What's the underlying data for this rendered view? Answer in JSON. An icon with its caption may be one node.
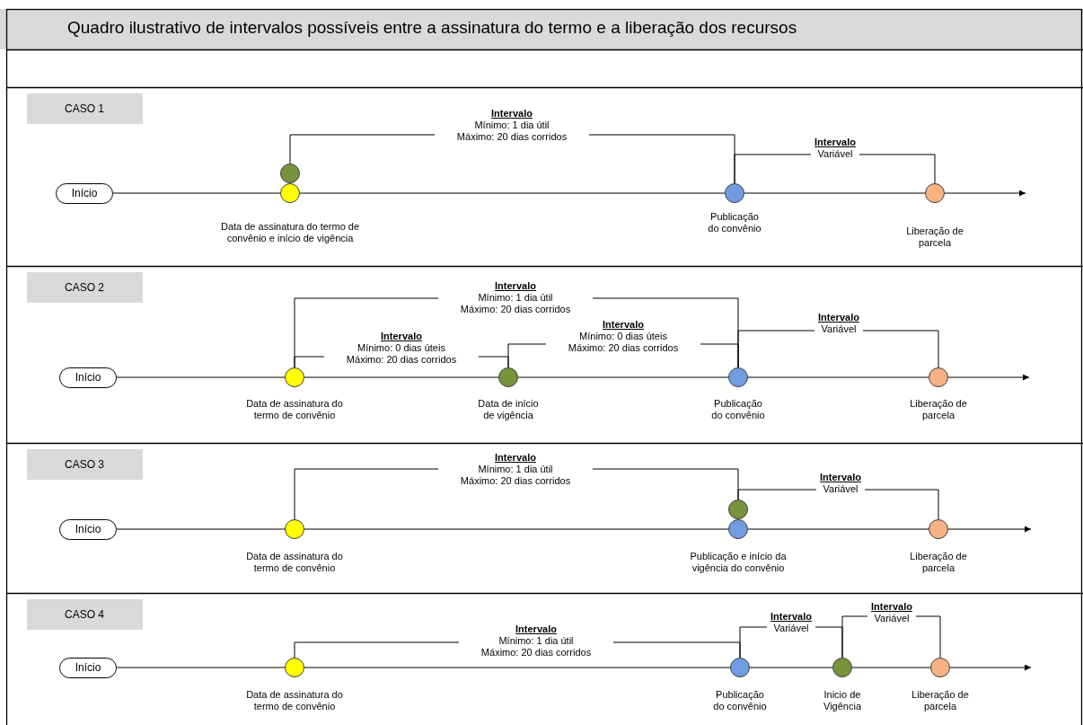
{
  "diagram": {
    "title": "Quadro ilustrativo de intervalos possíveis entre a assinatura do termo e a liberação dos recursos",
    "nodes": [
      {
        "text": [
          "CASO 1"
        ]
      },
      {
        "text": [
          "Início"
        ]
      },
      {
        "text": [],
        "shape": "circle"
      },
      {
        "text": [],
        "shape": "circle",
        "beside": [
          "Data de assinatura do termo de convênio e início de vigência"
        ]
      },
      {
        "text": [],
        "shape": "circle",
        "beside": [
          "Publicação do convênio"
        ]
      },
      {
        "text": [],
        "shape": "circle",
        "beside": [
          "Liberação de parcela"
        ]
      },
      {
        "text": [
          "CASO 2"
        ]
      },
      {
        "text": [
          "Início"
        ]
      },
      {
        "text": [],
        "shape": "circle",
        "beside": [
          "Data de assinatura do termo de convênio"
        ]
      },
      {
        "text": [],
        "shape": "circle",
        "beside": [
          "Data de início de vigência"
        ]
      },
      {
        "text": [],
        "shape": "circle",
        "beside": [
          "Publicação do convênio"
        ]
      },
      {
        "text": [],
        "shape": "circle",
        "beside": [
          "Liberação de parcela"
        ]
      },
      {
        "text": [
          "CASO 3"
        ]
      },
      {
        "text": [
          "Início"
        ]
      },
      {
        "text": [],
        "shape": "circle",
        "beside": [
          "Data de assinatura do termo de convênio"
        ]
      },
      {
        "text": [],
        "shape": "circle"
      },
      {
        "text": [],
        "shape": "circle",
        "beside": [
          "Publicação e início da vigência do convênio"
        ]
      },
      {
        "text": [],
        "shape": "circle",
        "beside": [
          "Liberação de parcela"
        ]
      },
      {
        "text": [
          "CASO 4"
        ]
      },
      {
        "text": [
          "Início"
        ]
      },
      {
        "text": [],
        "shape": "circle",
        "beside": [
          "Data de assinatura do termo de convênio"
        ]
      },
      {
        "text": [],
        "shape": "circle",
        "beside": [
          "Publicação do convênio"
        ]
      },
      {
        "text": [],
        "shape": "circle",
        "beside": [
          "Inicio de Vigência"
        ]
      },
      {
        "text": [],
        "shape": "circle",
        "beside": [
          "Liberação de parcela"
        ]
      }
    ],
    "edges": [
      {
        "from": 1,
        "to": 3,
        "arrow": "none"
      },
      {
        "from": 3,
        "to": 4,
        "arrow": "none"
      },
      {
        "from": 4,
        "to": 5,
        "arrow": "none"
      },
      {
        "from": 5,
        "to": null,
        "arrow": "to"
      },
      {
        "from": 2,
        "to": 4,
        "arrow": "none",
        "label": "**Intervalo** Mínimo: 1 dia útil Máximo: 20 dias corridos"
      },
      {
        "from": 4,
        "to": 5,
        "arrow": "none",
        "label": "**Intervalo** Variável"
      },
      {
        "from": 7,
        "to": 8,
        "arrow": "none"
      },
      {
        "from": 8,
        "to": 9,
        "arrow": "none"
      },
      {
        "from": 9,
        "to": 10,
        "arrow": "none"
      },
      {
        "from": 10,
        "to": 11,
        "arrow": "none"
      },
      {
        "from": 11,
        "to": null,
        "arrow": "to"
      },
      {
        "from": 8,
        "to": 10,
        "arrow": "none",
        "label": "**Intervalo** Mínimo: 1 dia útil Máximo: 20 dias corridos"
      },
      {
        "from": 8,
        "to": 9,
        "arrow": "none",
        "label": "**Intervalo** Mínimo: 0 dias úteis Máximo: 20 dias corridos"
      },
      {
        "from": 9,
        "to": 10,
        "arrow": "none",
        "label": "**Intervalo** Mínimo: 0 dias úteis Máximo: 20 dias corridos"
      },
      {
        "from": 10,
        "to": 11,
        "arrow": "none",
        "label": "**Intervalo** Variável"
      },
      {
        "from": 13,
        "to": 14,
        "arrow": "none"
      },
      {
        "from": 14,
        "to": 16,
        "arrow": "none"
      },
      {
        "from": 16,
        "to": 17,
        "arrow": "none"
      },
      {
        "from": 17,
        "to": null,
        "arrow": "to"
      },
      {
        "from": 14,
        "to": 15,
        "arrow": "none",
        "label": "**Intervalo** Mínimo: 1 dia útil Máximo: 20 dias corridos"
      },
      {
        "from": 15,
        "to": 17,
        "arrow": "none",
        "label": "**Intervalo** Variável"
      },
      {
        "from": 19,
        "to": 20,
        "arrow": "none"
      },
      {
        "from": 20,
        "to": 21,
        "arrow": "none"
      },
      {
        "from": 21,
        "to": 22,
        "arrow": "none"
      },
      {
        "from": 22,
        "to": 23,
        "arrow": "none"
      },
      {
        "from": 23,
        "to": null,
        "arrow": "to"
      },
      {
        "from": 20,
        "to": 21,
        "arrow": "none",
        "label": "**Intervalo** Mínimo: 1 dia útil Máximo: 20 dias corridos"
      },
      {
        "from": 21,
        "to": 22,
        "arrow": "none",
        "label": "**Intervalo** Variável"
      },
      {
        "from": 22,
        "to": 23,
        "arrow": "none",
        "label": "**Intervalo** Variável"
      }
    ]
  }
}
